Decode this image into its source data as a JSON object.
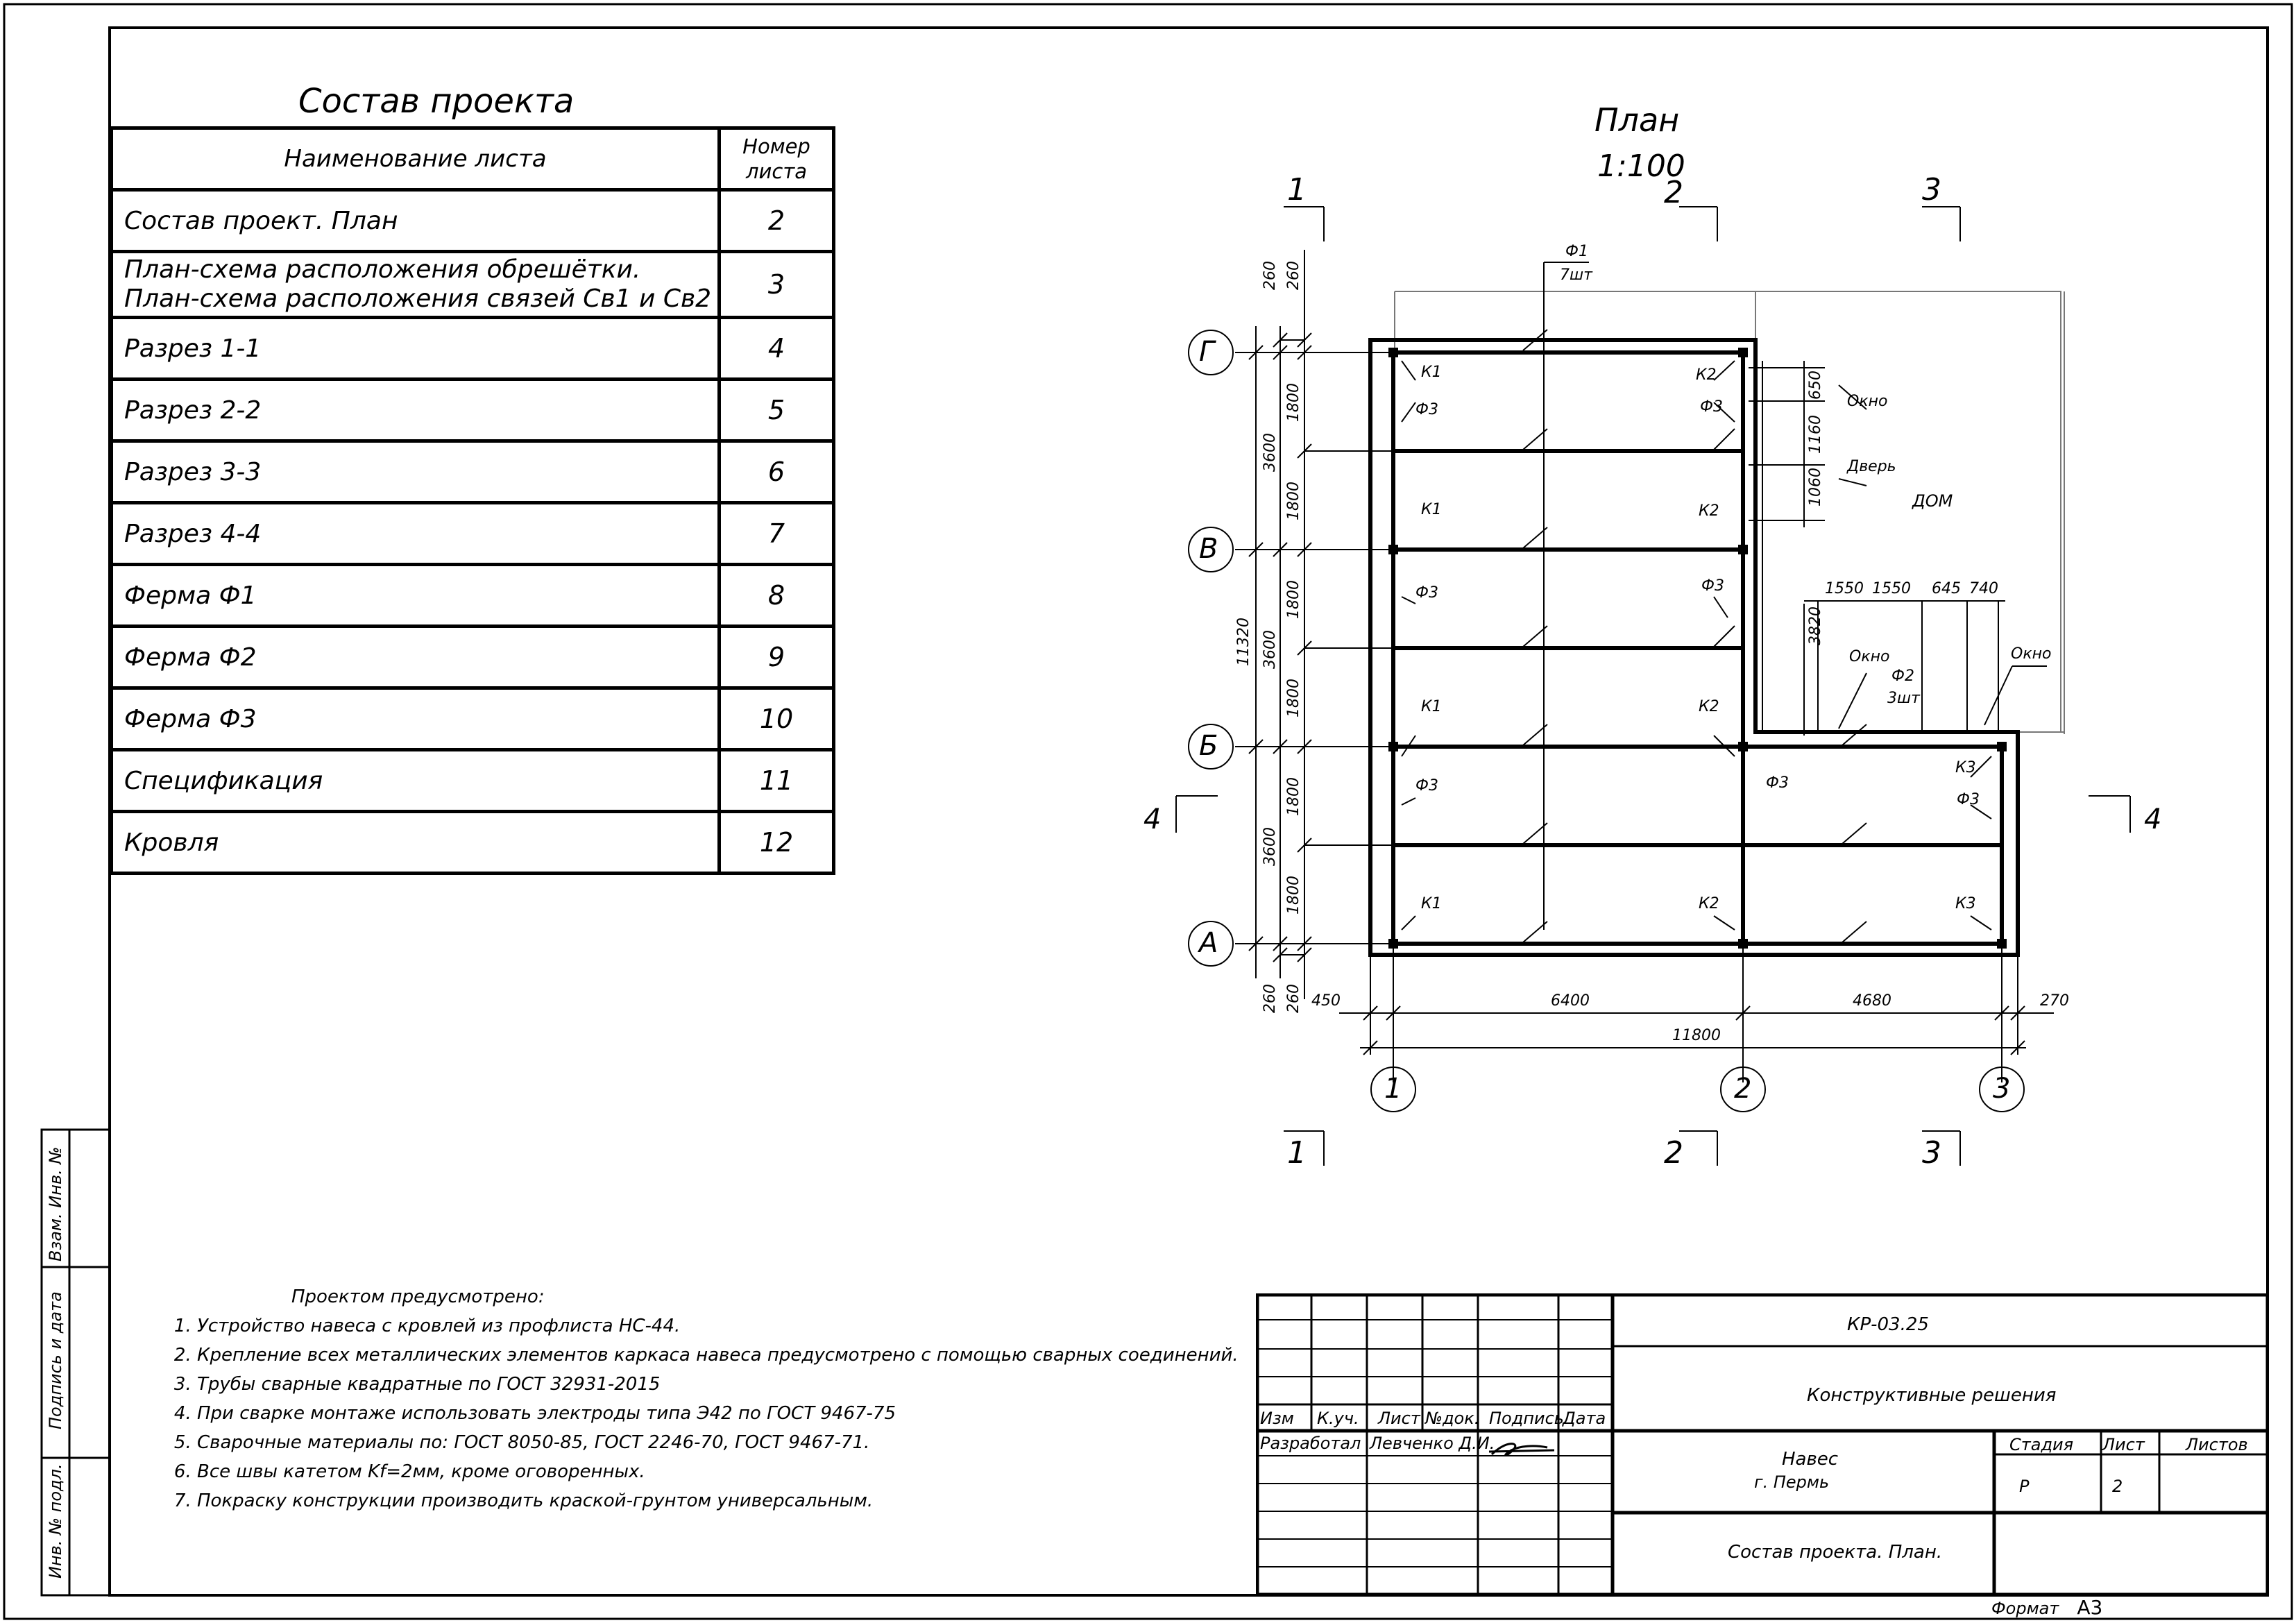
{
  "composition": {
    "title": "Состав проекта",
    "header_name": "Наименование листа",
    "header_num_line1": "Номер",
    "header_num_line2": "листа",
    "rows": [
      {
        "name": "Состав проект. План",
        "num": "2"
      },
      {
        "name": "План-схема расположения обрешётки.",
        "name2": "План-схема расположения связей Св1 и Св2",
        "num": "3"
      },
      {
        "name": "Разрез 1-1",
        "num": "4"
      },
      {
        "name": "Разрез 2-2",
        "num": "5"
      },
      {
        "name": "Разрез 3-3",
        "num": "6"
      },
      {
        "name": "Разрез 4-4",
        "num": "7"
      },
      {
        "name": "Ферма Ф1",
        "num": "8"
      },
      {
        "name": "Ферма Ф2",
        "num": "9"
      },
      {
        "name": "Ферма Ф3",
        "num": "10"
      },
      {
        "name": "Спецификация",
        "num": "11"
      },
      {
        "name": "Кровля",
        "num": "12"
      }
    ]
  },
  "notes": {
    "header": "Проектом предусмотрено:",
    "items": [
      "Устройство навеса с кровлей из профлиста НС-44.",
      "Крепление всех металлических элементов каркаса навеса предусмотрено с помощью сварных соединений.",
      "Трубы сварные квадратные по ГОСТ 32931-2015",
      "При сварке монтаже использовать электроды типа Э42 по ГОСТ 9467-75",
      "Сварочные материалы по: ГОСТ 8050-85, ГОСТ 2246-70, ГОСТ 9467-71.",
      "Все швы катетом Kf=2мм, кроме оговоренных.",
      "Покраску конструкции производить краской-грунтом универсальным."
    ]
  },
  "side_stamp": {
    "vzam": "Взам. Инв. №",
    "podpis": "Подпись и дата",
    "inv": "Инв. № подл."
  },
  "plan": {
    "title": "План",
    "scale": "1:100",
    "axes_letters": [
      "Г",
      "В",
      "Б",
      "А"
    ],
    "axes_numbers": [
      "1",
      "2",
      "3"
    ],
    "section_1": "1",
    "section_2": "2",
    "section_3": "3",
    "section_4": "4",
    "label_house": "ДОМ",
    "label_window": "Окно",
    "label_door": "Дверь",
    "label_f1": "Ф1",
    "label_f1_qty": "7шт",
    "label_f2": "Ф2",
    "label_f2_qty": "3шт",
    "label_f3": "Ф3",
    "label_k1": "К1",
    "label_k2": "К2",
    "label_k3": "К3",
    "dims": {
      "d260": "260",
      "d450": "450",
      "d6400": "6400",
      "d4680": "4680",
      "d270": "270",
      "d11800": "11800",
      "d1800": "1800",
      "d3600": "3600",
      "d11320": "11320",
      "d650": "650",
      "d1160": "1160",
      "d1060": "1060",
      "d3820": "3820",
      "d1550": "1550",
      "d645": "645",
      "d740": "740"
    }
  },
  "title_block": {
    "code": "КР-03.25",
    "section": "Конструктивные решения",
    "object_line1": "Навес",
    "object_line2": "г. Пермь",
    "sheet_title": "Состав проекта. План.",
    "col_izm": "Изм",
    "col_kuch": "К.уч.",
    "col_list": "Лист",
    "col_ndok": "№док.",
    "col_podpis": "Подпись",
    "col_data": "Дата",
    "role_developer": "Разработал",
    "developer_name": "Левченко Д.И.",
    "stage_label": "Стадия",
    "sheet_label": "Лист",
    "sheets_label": "Листов",
    "stage_value": "Р",
    "sheet_value": "2",
    "format_label": "Формат",
    "format_value": "А3"
  }
}
